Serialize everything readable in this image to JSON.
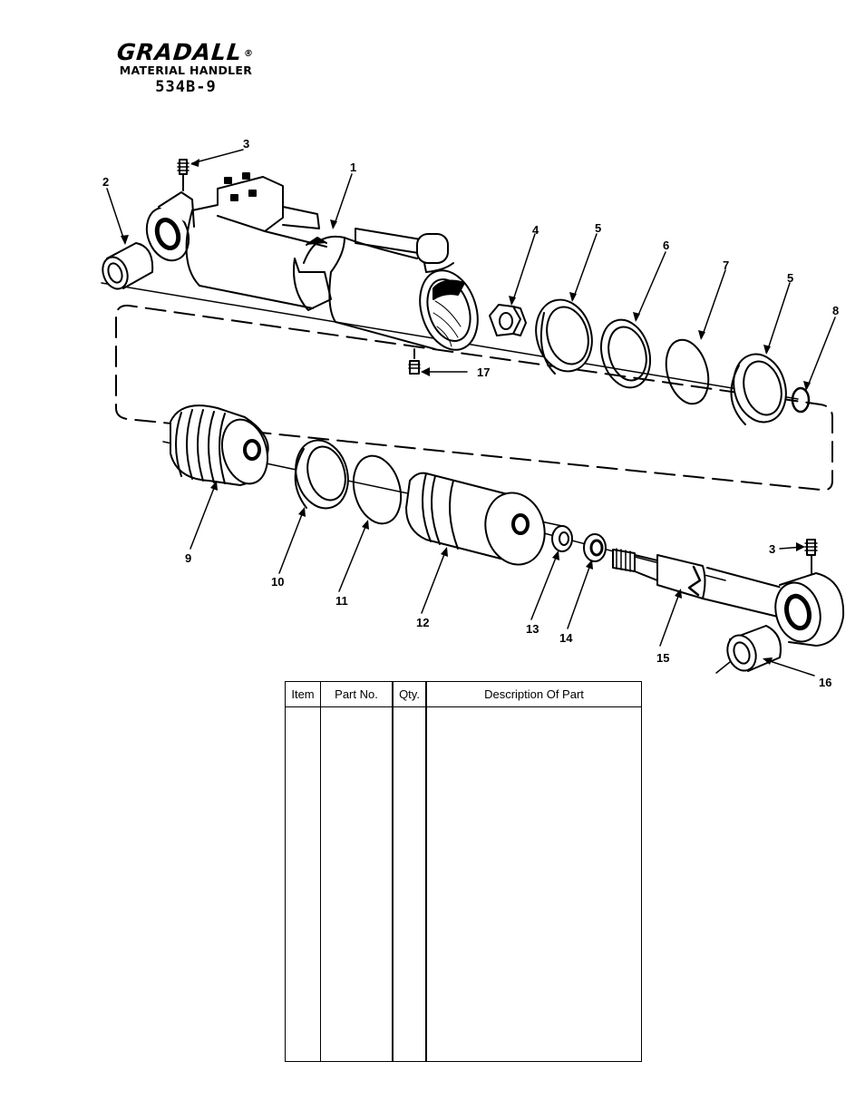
{
  "header": {
    "brand": "GRADALL",
    "registered": "®",
    "subtitle": "MATERIAL HANDLER",
    "model": "534B-9"
  },
  "callouts": [
    "1",
    "2",
    "3",
    "3",
    "4",
    "5",
    "5",
    "6",
    "7",
    "8",
    "9",
    "10",
    "11",
    "12",
    "13",
    "14",
    "15",
    "16",
    "17"
  ],
  "table": {
    "headers": [
      "Item",
      "Part No.",
      "Qty.",
      "Description Of Part"
    ],
    "rows": []
  }
}
